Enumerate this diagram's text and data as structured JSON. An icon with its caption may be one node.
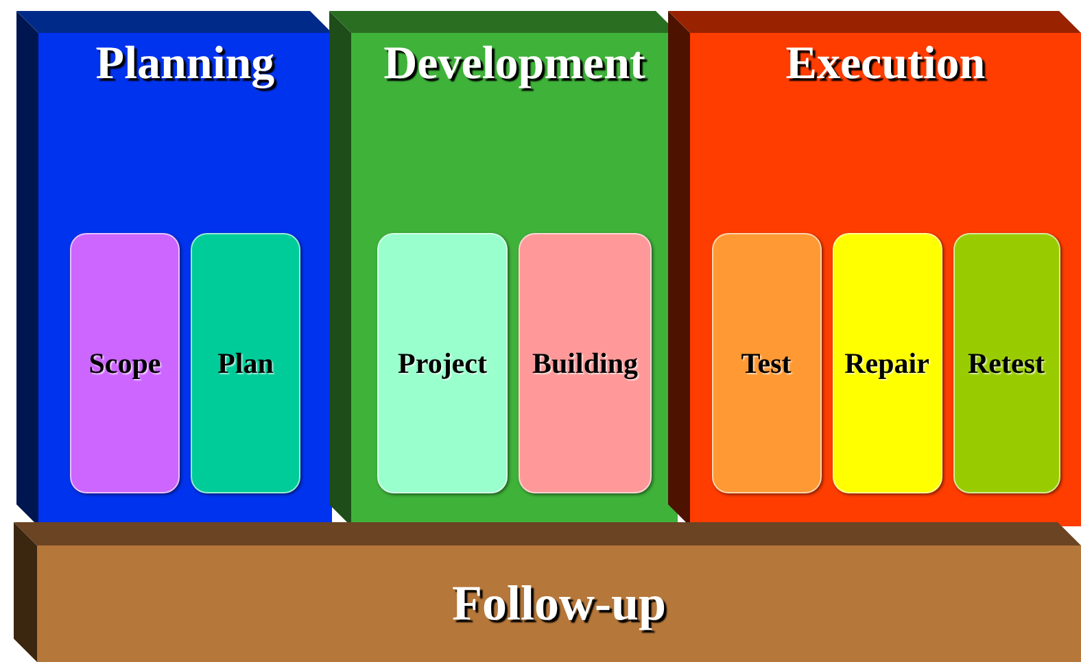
{
  "diagram": {
    "nodes": [
      {
        "text": [
          "Planning"
        ]
      },
      {
        "text": [
          "Scope"
        ],
        "in": 0
      },
      {
        "text": [
          "Plan"
        ],
        "in": 0
      },
      {
        "text": [
          "Development"
        ]
      },
      {
        "text": [
          "Project"
        ],
        "in": 3
      },
      {
        "text": [
          "Building"
        ],
        "in": 3
      },
      {
        "text": [
          "Execution"
        ]
      },
      {
        "text": [
          "Test"
        ],
        "in": 6
      },
      {
        "text": [
          "Repair"
        ],
        "in": 6
      },
      {
        "text": [
          "Retest"
        ],
        "in": 6
      },
      {
        "text": [
          "Follow-up"
        ]
      }
    ]
  }
}
